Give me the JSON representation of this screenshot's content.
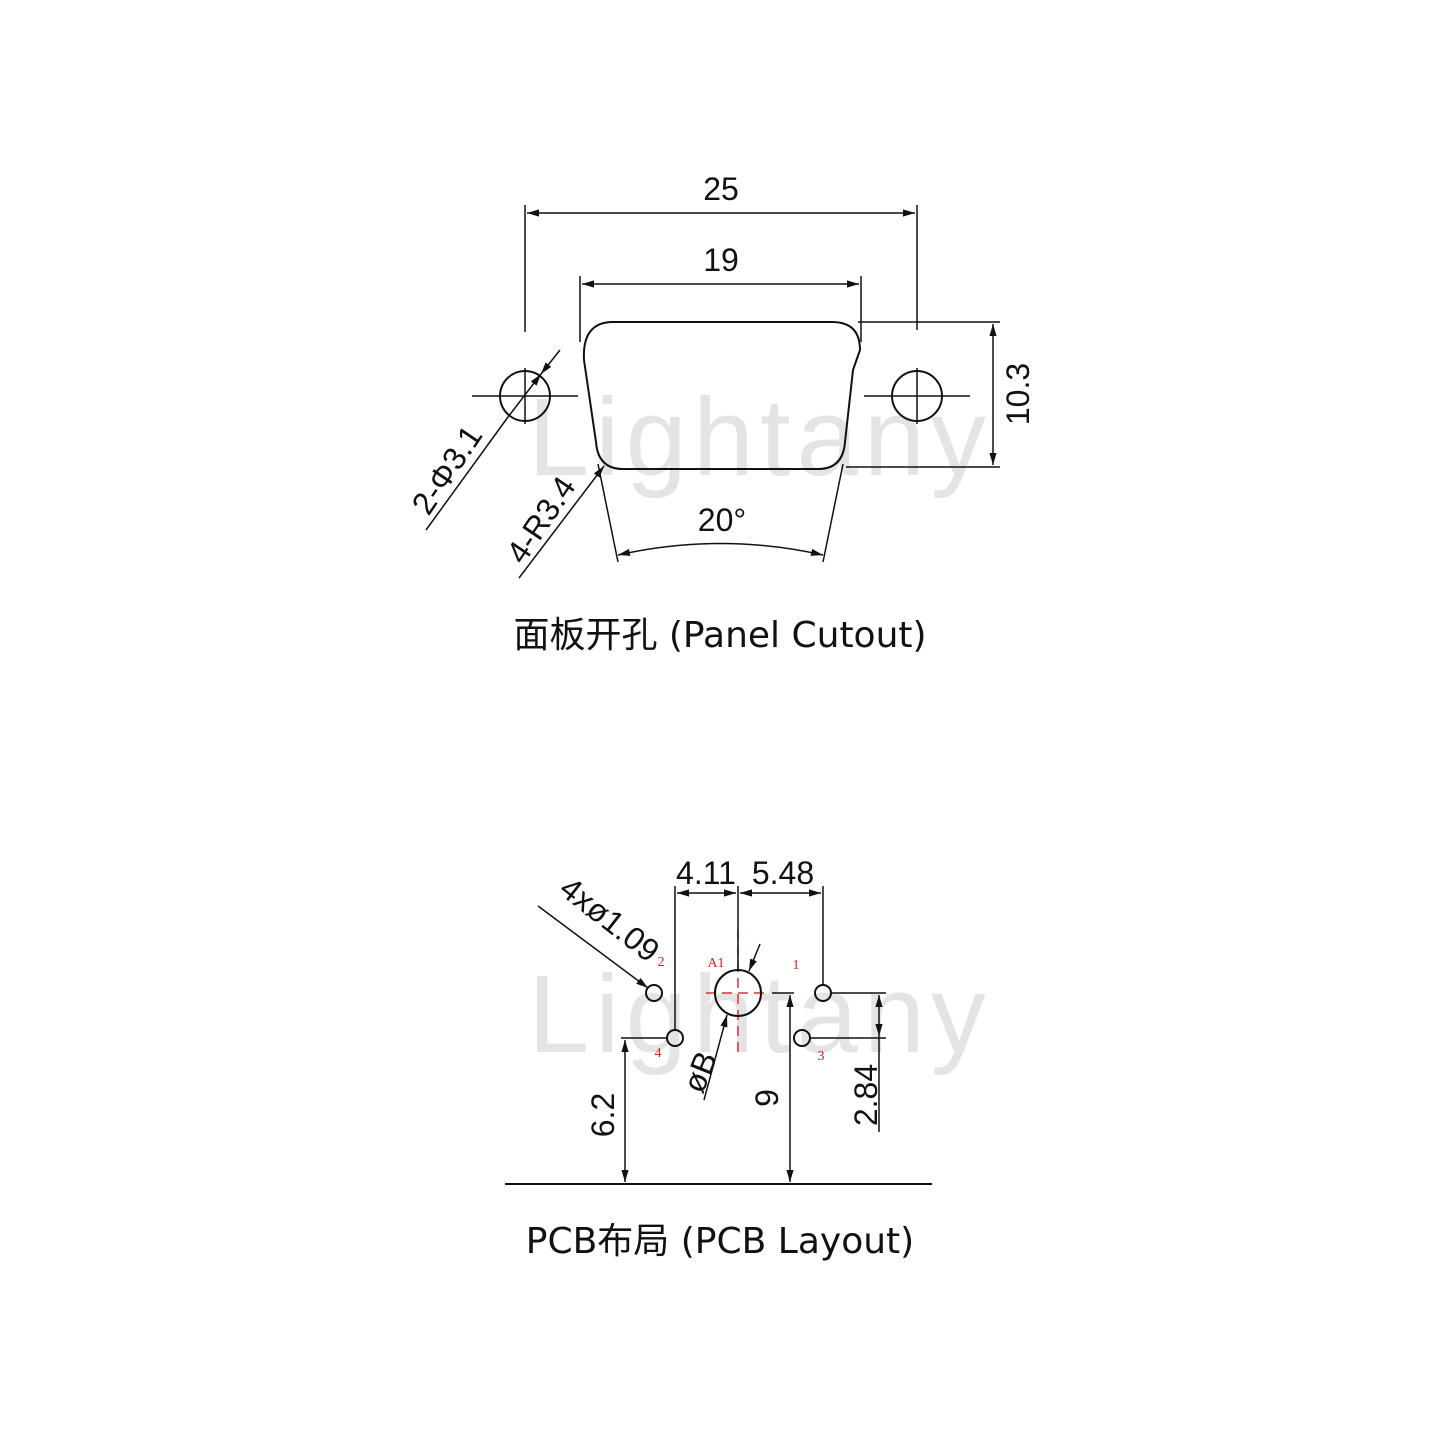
{
  "watermark": "Lightany",
  "panel_cutout": {
    "title": "面板开孔 (Panel Cutout)",
    "dim_overall_width": "25",
    "dim_slot_width": "19",
    "dim_height": "10.3",
    "dim_holes": "2-Φ3.1",
    "dim_corner_radius": "4-R3.4",
    "dim_angle": "20°"
  },
  "pcb_layout": {
    "title": "PCB布局 (PCB Layout)",
    "dim_left_spacing": "4.11",
    "dim_right_spacing": "5.48",
    "dim_hole_dia": "4xø1.09",
    "dim_contact_dia": "øB",
    "dim_left_height": "6.2",
    "dim_center_height": "9",
    "dim_right_offset": "2.84",
    "pin_labels": {
      "p1": "1",
      "p2": "2",
      "p3": "3",
      "p4": "4",
      "a1": "A1"
    }
  }
}
